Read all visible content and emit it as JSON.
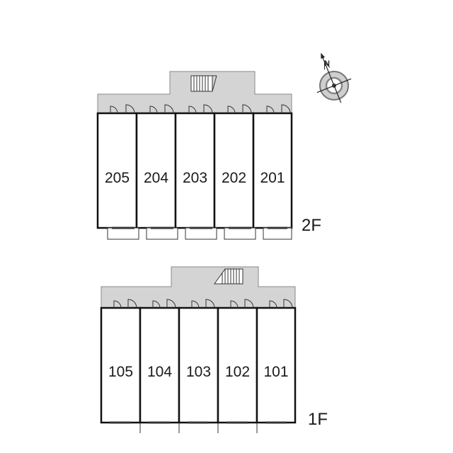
{
  "compass": {
    "north_letter": "N",
    "direction": "north-northwest",
    "colors": {
      "ring": "#777777",
      "fill": "#cfcfcf",
      "center": "#444444"
    }
  },
  "floors": [
    {
      "id": "2f",
      "label": "2F",
      "units": [
        "205",
        "204",
        "203",
        "202",
        "201"
      ],
      "stair_icon": "staircase-icon",
      "door_icon": "door-swing-icon",
      "balcony_icon": "balcony-icon"
    },
    {
      "id": "1f",
      "label": "1F",
      "units": [
        "105",
        "104",
        "103",
        "102",
        "101"
      ],
      "stair_icon": "staircase-icon",
      "door_icon": "door-swing-icon"
    }
  ],
  "colors": {
    "corridor": "#d4d4d4",
    "wall": "#111111",
    "unit_fill": "#ffffff",
    "balcony": "#ffffff"
  }
}
